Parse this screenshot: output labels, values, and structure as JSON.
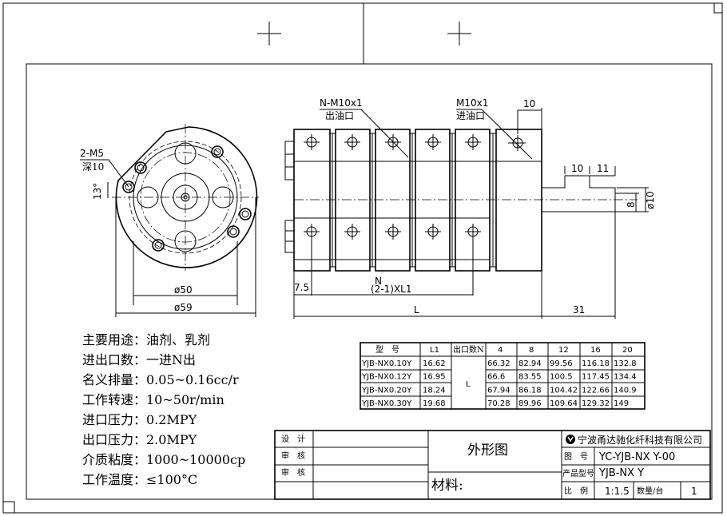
{
  "front_view": {
    "hole_callout": "2-M5",
    "hole_depth": "深10",
    "angle": "13°",
    "dia_inner": "ø50",
    "dia_outer": "ø59"
  },
  "side_view": {
    "outlet_callout": "N-M10x1",
    "outlet_label": "出油口",
    "inlet_callout": "M10x1",
    "inlet_label": "进油口",
    "dim_10_top": "10",
    "dim_key_10": "10",
    "dim_key_11": "11",
    "dim_8": "8",
    "dim_shaft": "ø10",
    "dim_7_5": "7.5",
    "dim_pitch_n": "N",
    "dim_pitch": "(2-1)XL1",
    "dim_L": "L",
    "dim_31": "31"
  },
  "specs": [
    "主要用途：油剂、乳剂",
    "进出口数：一进N出",
    "名义排量：0.05~0.16cc/r",
    "工作转速：10~50r/min",
    "进口压力：0.2MPY",
    "出口压力：2.0MPY",
    "介质粘度：1000~10000cp",
    "工作温度：≤100°C"
  ],
  "table": {
    "headers": [
      "型　号",
      "L1",
      "出口数N",
      "4",
      "8",
      "12",
      "16",
      "20"
    ],
    "merged_label": "L",
    "rows": [
      {
        "model": "YJB-NX0.10Y",
        "l1": "16.62",
        "values": [
          "66.32",
          "82.94",
          "99.56",
          "116.18",
          "132.8"
        ]
      },
      {
        "model": "YJB-NX0.12Y",
        "l1": "16.95",
        "values": [
          "66.6",
          "83.55",
          "100.5",
          "117.45",
          "134.4"
        ]
      },
      {
        "model": "YJB-NX0.20Y",
        "l1": "18.24",
        "values": [
          "67.94",
          "86.18",
          "104.42",
          "122.66",
          "140.9"
        ]
      },
      {
        "model": "YJB-NX0.30Y",
        "l1": "19.68",
        "values": [
          "70.28",
          "89.96",
          "109.64",
          "129.32",
          "149"
        ]
      }
    ]
  },
  "title_block": {
    "design_label": "设　计",
    "review_label_1": "审　核",
    "review_label_2": "审　核",
    "drawing_title": "外形图",
    "material_label": "材料:",
    "company": "宁波甬达驰化纤科技有限公司",
    "drawing_no_label": "图　号",
    "drawing_no": "YC-YJB-NX Y-00",
    "model_label": "产品型号",
    "model": "YJB-NX Y",
    "scale_label": "比　例",
    "scale": "1:1.5",
    "qty_label": "数量/台",
    "qty": "1"
  }
}
